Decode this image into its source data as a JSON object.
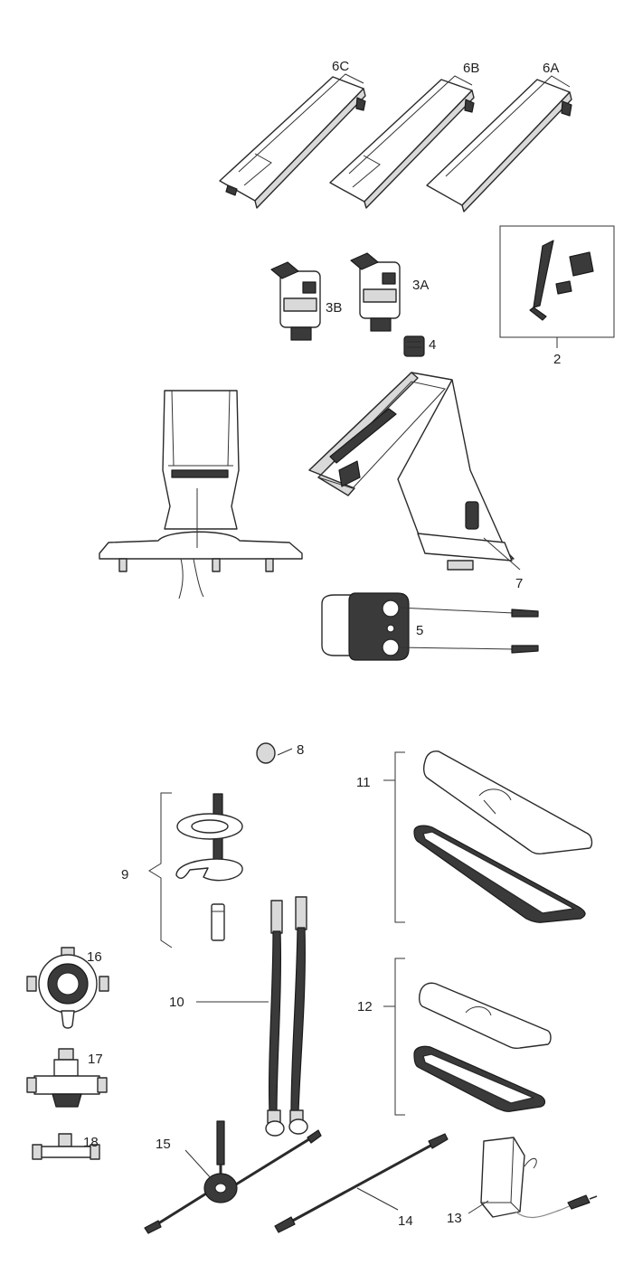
{
  "labels": {
    "l6c": "6C",
    "l6b": "6B",
    "l6a": "6A",
    "l2": "2",
    "l3b": "3B",
    "l3a": "3A",
    "l4": "4",
    "l7": "7",
    "l5": "5",
    "l8": "8",
    "l11": "11",
    "l9": "9",
    "l10": "10",
    "l12": "12",
    "l16": "16",
    "l17": "17",
    "l18": "18",
    "l15": "15",
    "l14": "14",
    "l13": "13"
  }
}
